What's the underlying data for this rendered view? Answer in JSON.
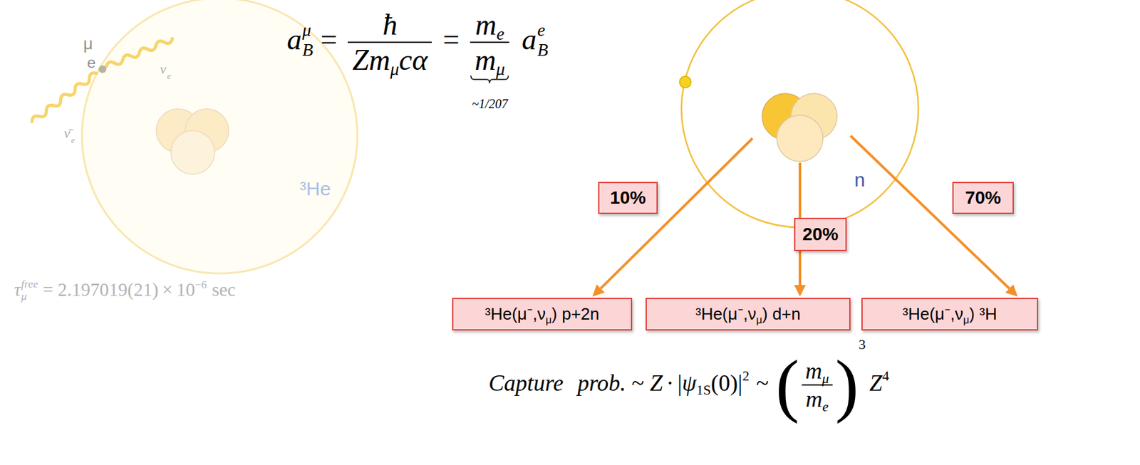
{
  "diagram": {
    "nodes": [
      {
        "text": [
          "10%"
        ]
      },
      {
        "text": [
          "20%"
        ]
      },
      {
        "text": [
          "70%"
        ]
      },
      {
        "text": [
          "³He(μ⁻,ν",
          "μ",
          ") p+2n"
        ]
      },
      {
        "text": [
          "³He(μ⁻,ν",
          "μ",
          ") d+n"
        ]
      },
      {
        "text": [
          "³He(μ⁻,ν",
          "μ",
          ") ³H"
        ]
      }
    ],
    "labels": [
      "μ",
      "ν",
      "e",
      "e",
      "ν̄",
      "e",
      "³He",
      "a",
      "μ",
      "B",
      "=",
      "ħ",
      "Zm",
      "μ",
      "cα",
      "=",
      "m",
      "e",
      "m",
      "μ",
      "~1/207",
      "a",
      "e",
      "B",
      "n",
      "τ",
      "free",
      "μ",
      "=",
      "2.197019(21)",
      "×",
      "10",
      "−6",
      "sec",
      "Capture",
      "prob.",
      "~",
      "Z",
      "·",
      "|",
      "ψ",
      "1S",
      "(0)",
      "|",
      "2",
      "~",
      "(",
      "m",
      "μ",
      "m",
      "e",
      ")",
      "3",
      "Z",
      "4"
    ]
  }
}
